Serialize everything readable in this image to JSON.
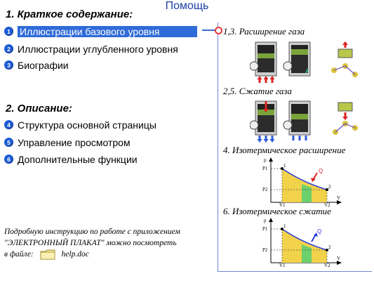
{
  "title": "Помощь",
  "summary": {
    "heading": "1. Краткое содержание:",
    "items": [
      {
        "num": "1",
        "label": "Иллюстрации базового уровня",
        "selected": true
      },
      {
        "num": "2",
        "label": "Иллюстрации углубленного уровня",
        "selected": false
      },
      {
        "num": "3",
        "label": "Биографии",
        "selected": false
      }
    ]
  },
  "description": {
    "heading": "2. Описание:",
    "items": [
      {
        "num": "4",
        "label": "Структура основной страницы"
      },
      {
        "num": "5",
        "label": "Управление просмотром"
      },
      {
        "num": "6",
        "label": "Дополнительные функции"
      }
    ]
  },
  "note": {
    "line1": "Подробную инструкцию по работе с приложением",
    "line2": "\"ЭЛЕКТРОННЫЙ ПЛАКАТ\" можно посмотреть",
    "line3_prefix": "в файле:",
    "file": "help.doc"
  },
  "preview": {
    "items": [
      {
        "title": "1,3. Расширение газа"
      },
      {
        "title": "2,5. Сжатие газа"
      },
      {
        "title": "4. Изотермическое расширение"
      },
      {
        "title": "6. Изотермическое сжатие"
      }
    ],
    "graph_labels": {
      "p_axis": "p",
      "v_axis": "V",
      "p1": "P1",
      "p2": "P2",
      "v1": "V1",
      "v2": "V2",
      "point1": "1",
      "point2": "2",
      "heat": "Q"
    }
  },
  "colors": {
    "accent": "#2f6bd8",
    "title": "#1a3fa6",
    "marker": "#e23a3a",
    "panel_border": "#6f88d6"
  }
}
